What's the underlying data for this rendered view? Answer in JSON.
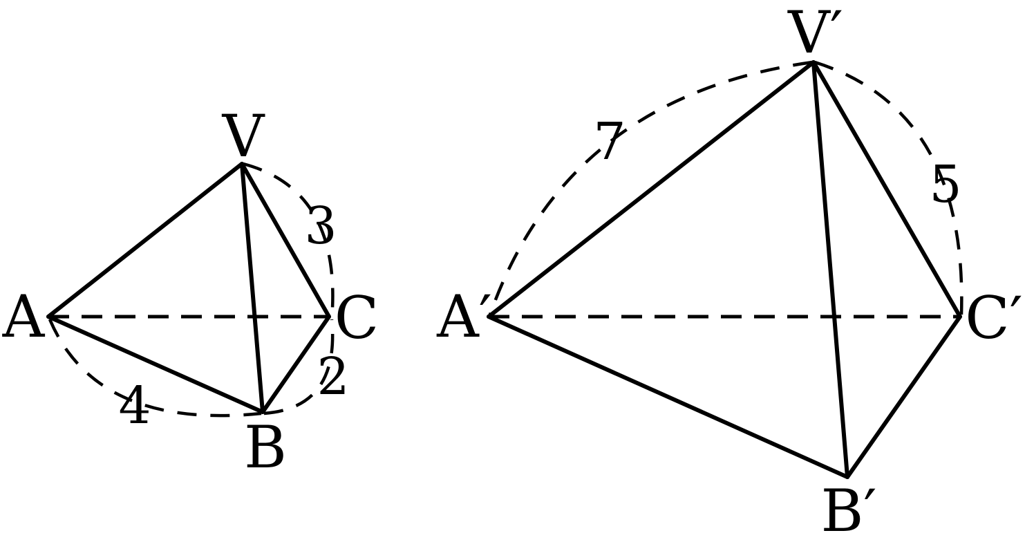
{
  "left_pyramid": {
    "vertices": {
      "V": "V",
      "A": "A",
      "B": "B",
      "C": "C"
    },
    "measures": {
      "VC": "3",
      "AB": "4",
      "BC": "2"
    }
  },
  "right_pyramid": {
    "vertices": {
      "V": "V′",
      "A": "A′",
      "B": "B′",
      "C": "C′"
    },
    "measures": {
      "VA": "7",
      "VC": "5"
    }
  },
  "colors": {
    "stroke": "#000000",
    "background": "#ffffff"
  }
}
